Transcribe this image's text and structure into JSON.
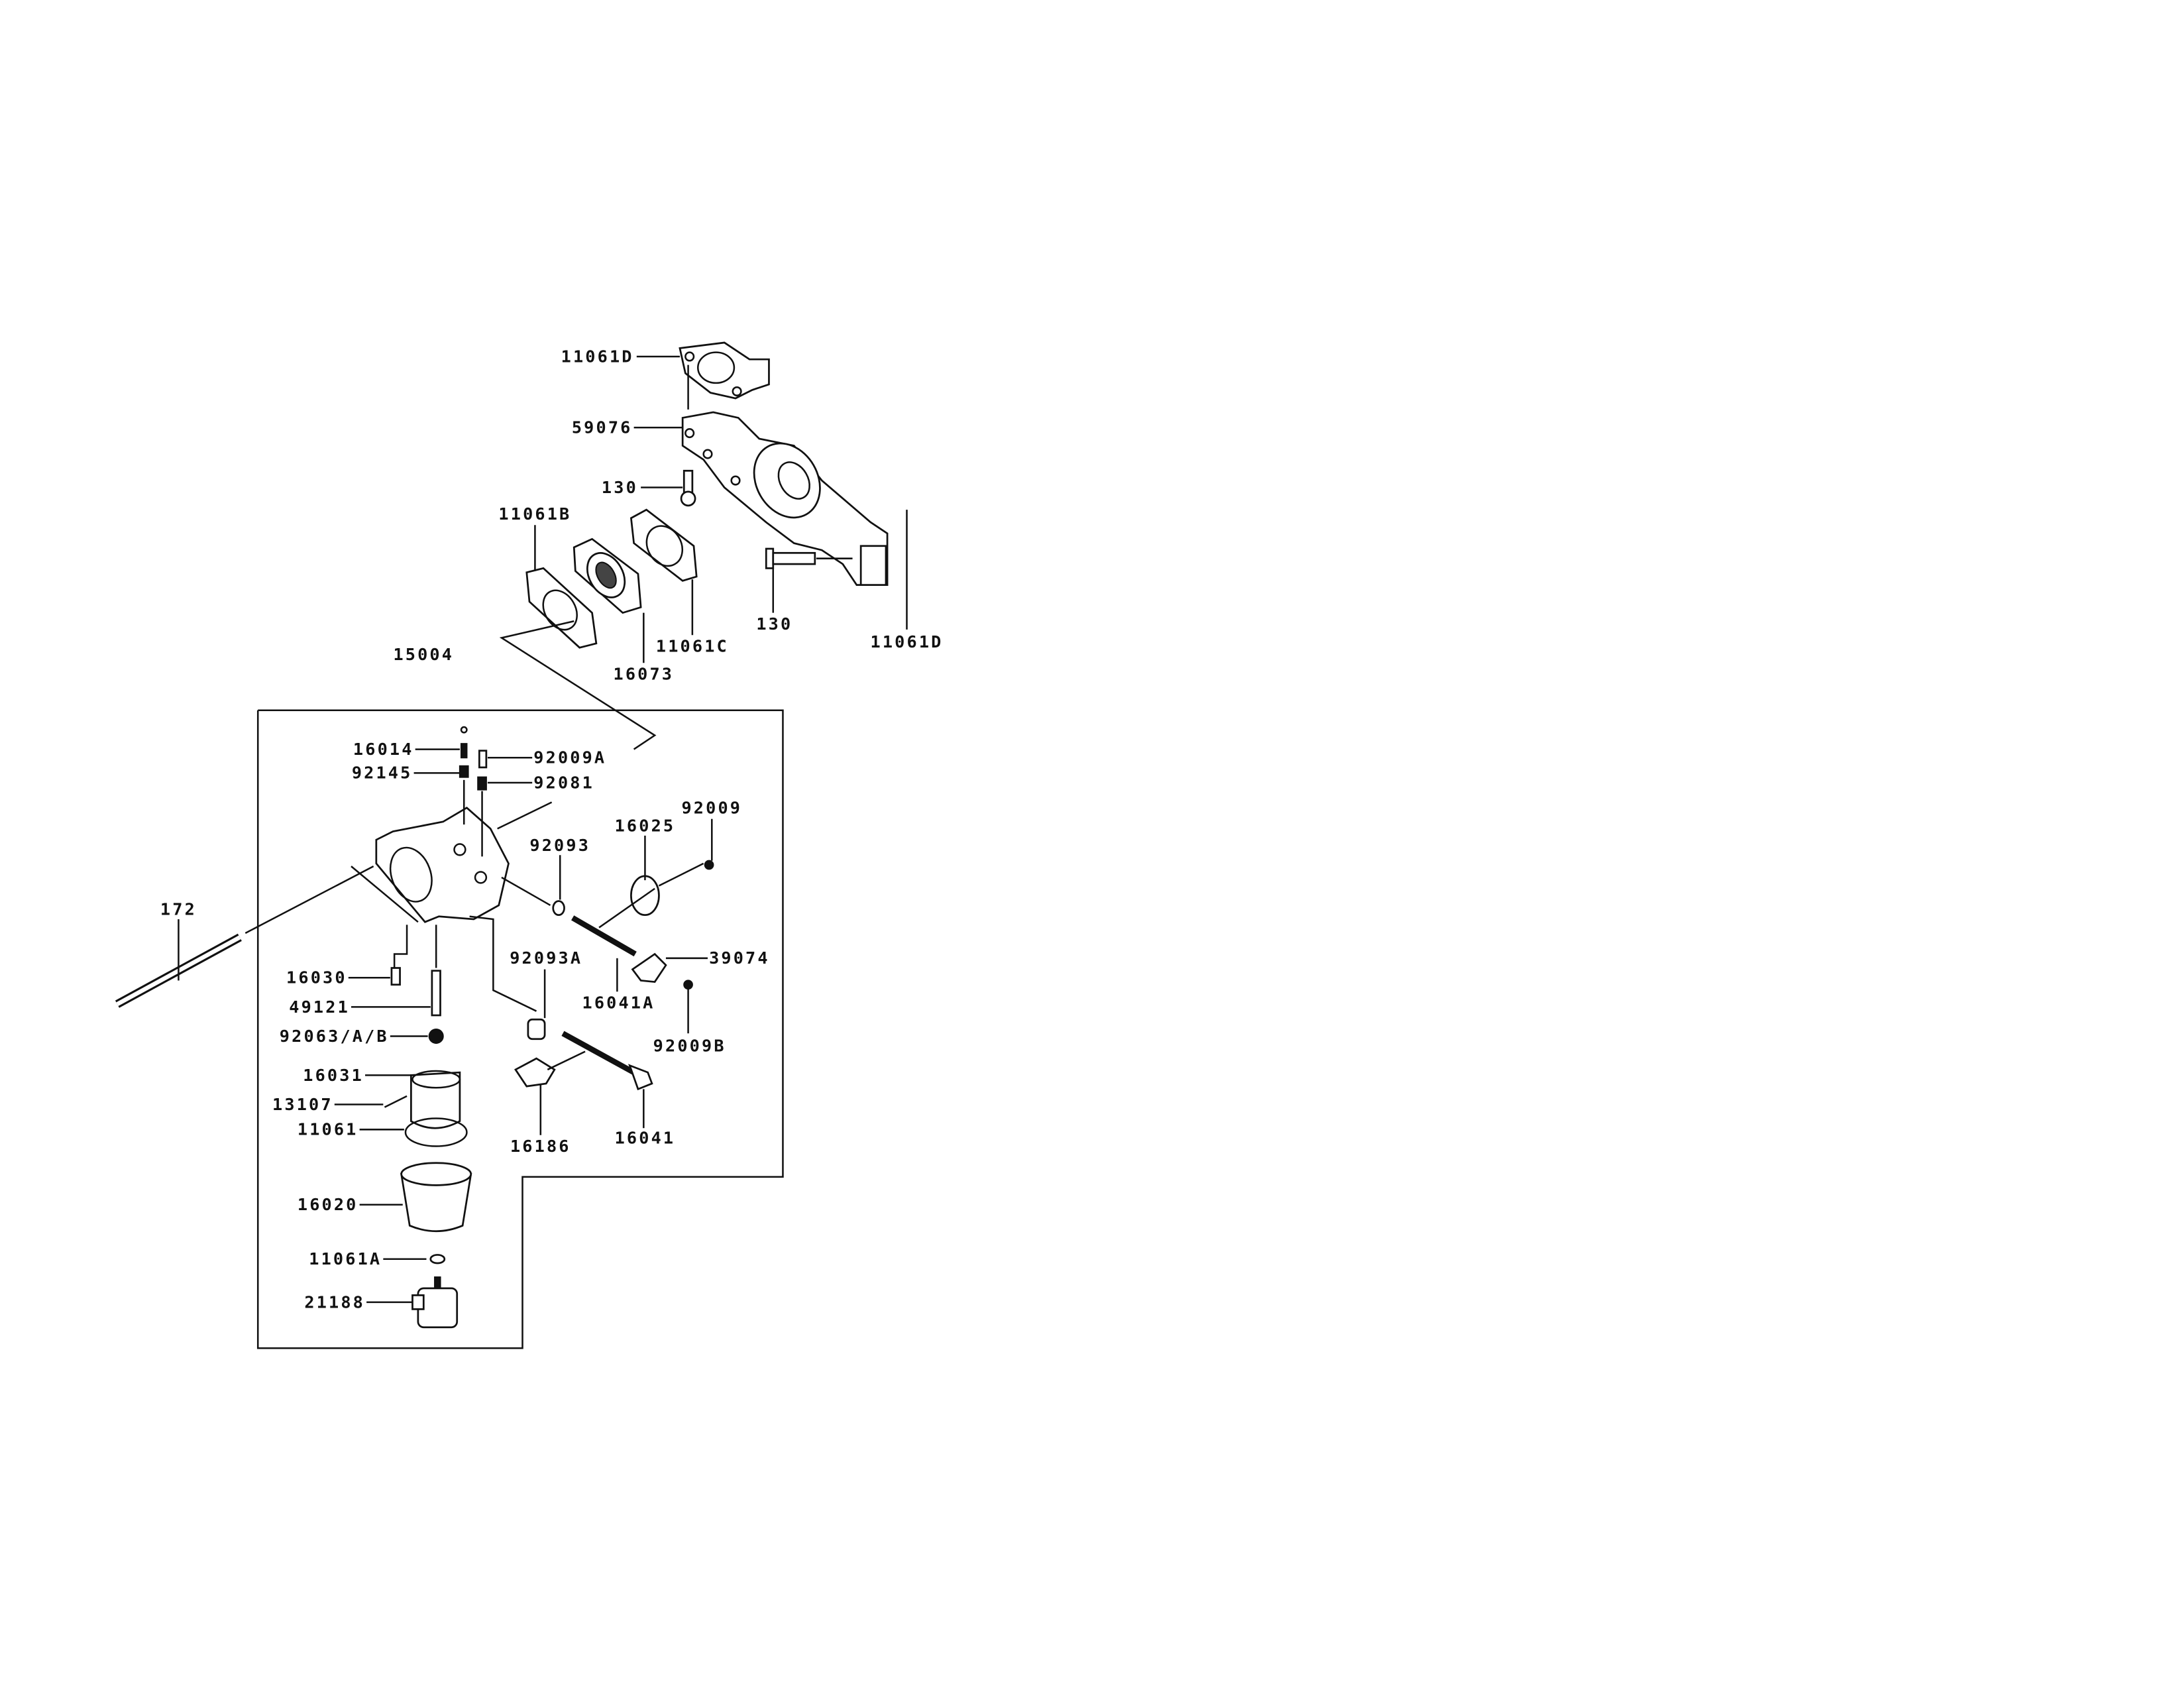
{
  "diagram": {
    "type": "exploded parts diagram (carburetor and intake manifold)",
    "labels": {
      "p11061D_top": "11061D",
      "p59076": "59076",
      "p130_left": "130",
      "p11061B": "11061B",
      "p16073": "16073",
      "p11061C": "11061C",
      "p130_right": "130",
      "p11061D_right": "11061D",
      "p15004": "15004",
      "p16014": "16014",
      "p92145": "92145",
      "p92009A": "92009A",
      "p92081": "92081",
      "p92093": "92093",
      "p16025": "16025",
      "p92009": "92009",
      "p172": "172",
      "p16030": "16030",
      "p49121": "49121",
      "p92063AB": "92063/A/B",
      "p92093A": "92093A",
      "p16041A": "16041A",
      "p39074": "39074",
      "p92009B": "92009B",
      "p16031": "16031",
      "p13107": "13107",
      "p11061": "11061",
      "p16186": "16186",
      "p16041": "16041",
      "p16020": "16020",
      "p11061A": "11061A",
      "p21188": "21188"
    }
  }
}
